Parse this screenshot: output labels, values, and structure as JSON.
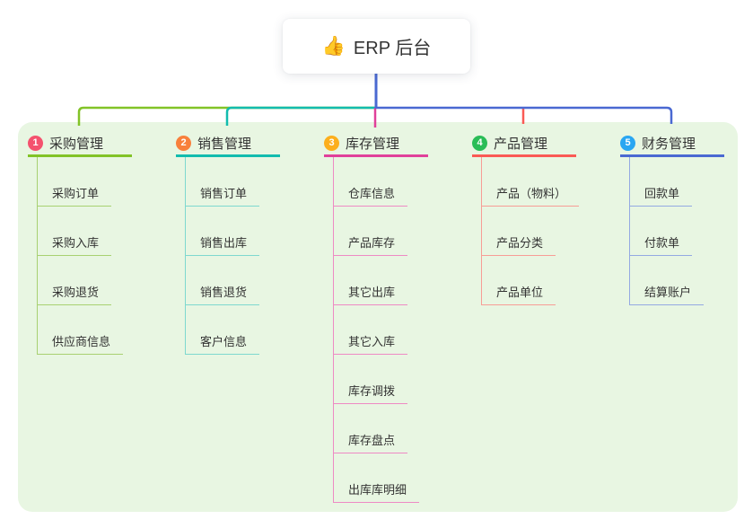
{
  "root": {
    "icon": "👍",
    "label": "ERP 后台"
  },
  "canvas": {
    "panel_bg": "#e8f6e2",
    "root_line_color": "#4a69d2",
    "node_text_color": "#333333"
  },
  "branches": [
    {
      "index": "1",
      "label": "采购管理",
      "badge_color": "#f4526e",
      "line_color": "#82c327",
      "child_line_color": "#a8d171",
      "children": [
        "采购订单",
        "采购入库",
        "采购退货",
        "供应商信息"
      ]
    },
    {
      "index": "2",
      "label": "销售管理",
      "badge_color": "#f8803c",
      "line_color": "#12bcae",
      "child_line_color": "#7ed8cf",
      "children": [
        "销售订单",
        "销售出库",
        "销售退货",
        "客户信息"
      ]
    },
    {
      "index": "3",
      "label": "库存管理",
      "badge_color": "#fcaf1c",
      "line_color": "#e0409a",
      "child_line_color": "#ee8ac4",
      "children": [
        "仓库信息",
        "产品库存",
        "其它出库",
        "其它入库",
        "库存调拨",
        "库存盘点",
        "出库库明细"
      ]
    },
    {
      "index": "4",
      "label": "产品管理",
      "badge_color": "#2abd57",
      "line_color": "#fa5a55",
      "child_line_color": "#f79d96",
      "children": [
        "产品（物料）",
        "产品分类",
        "产品单位"
      ]
    },
    {
      "index": "5",
      "label": "财务管理",
      "badge_color": "#29a6f2",
      "line_color": "#4a69d2",
      "child_line_color": "#94a9e2",
      "children": [
        "回款单",
        "付款单",
        "结算账户"
      ]
    }
  ]
}
